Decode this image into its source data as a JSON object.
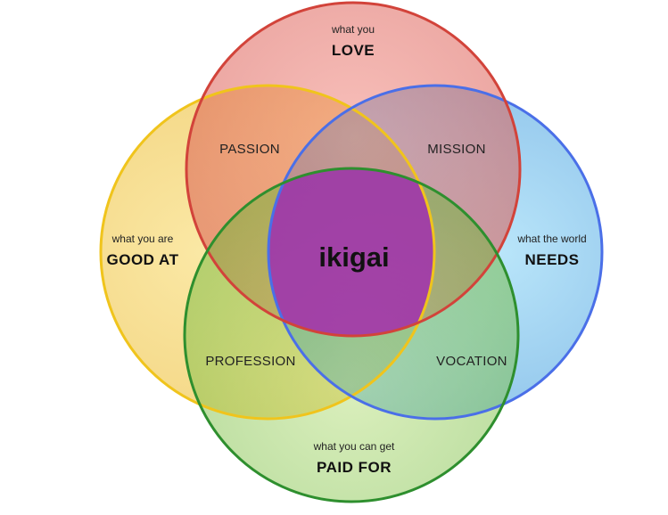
{
  "diagram": {
    "circles": {
      "love": {
        "small": "what you",
        "big": "LOVE",
        "color": "#d2433a",
        "fill": "#e0504a"
      },
      "good_at": {
        "small": "what you are",
        "big": "GOOD AT",
        "color": "#f0c41c",
        "fill": "#f5c93a"
      },
      "needs": {
        "small": "what the world",
        "big": "NEEDS",
        "color": "#4a6fe8",
        "fill": "#4a9ee8"
      },
      "paid_for": {
        "small": "what you can get",
        "big": "PAID FOR",
        "color": "#2e8f2e",
        "fill": "#7cc44a"
      }
    },
    "overlaps": {
      "passion": "PASSION",
      "mission": "MISSION",
      "profession": "PROFESSION",
      "vocation": "VOCATION"
    },
    "center": {
      "label": "ikigai",
      "color": "#a12fb0"
    }
  }
}
